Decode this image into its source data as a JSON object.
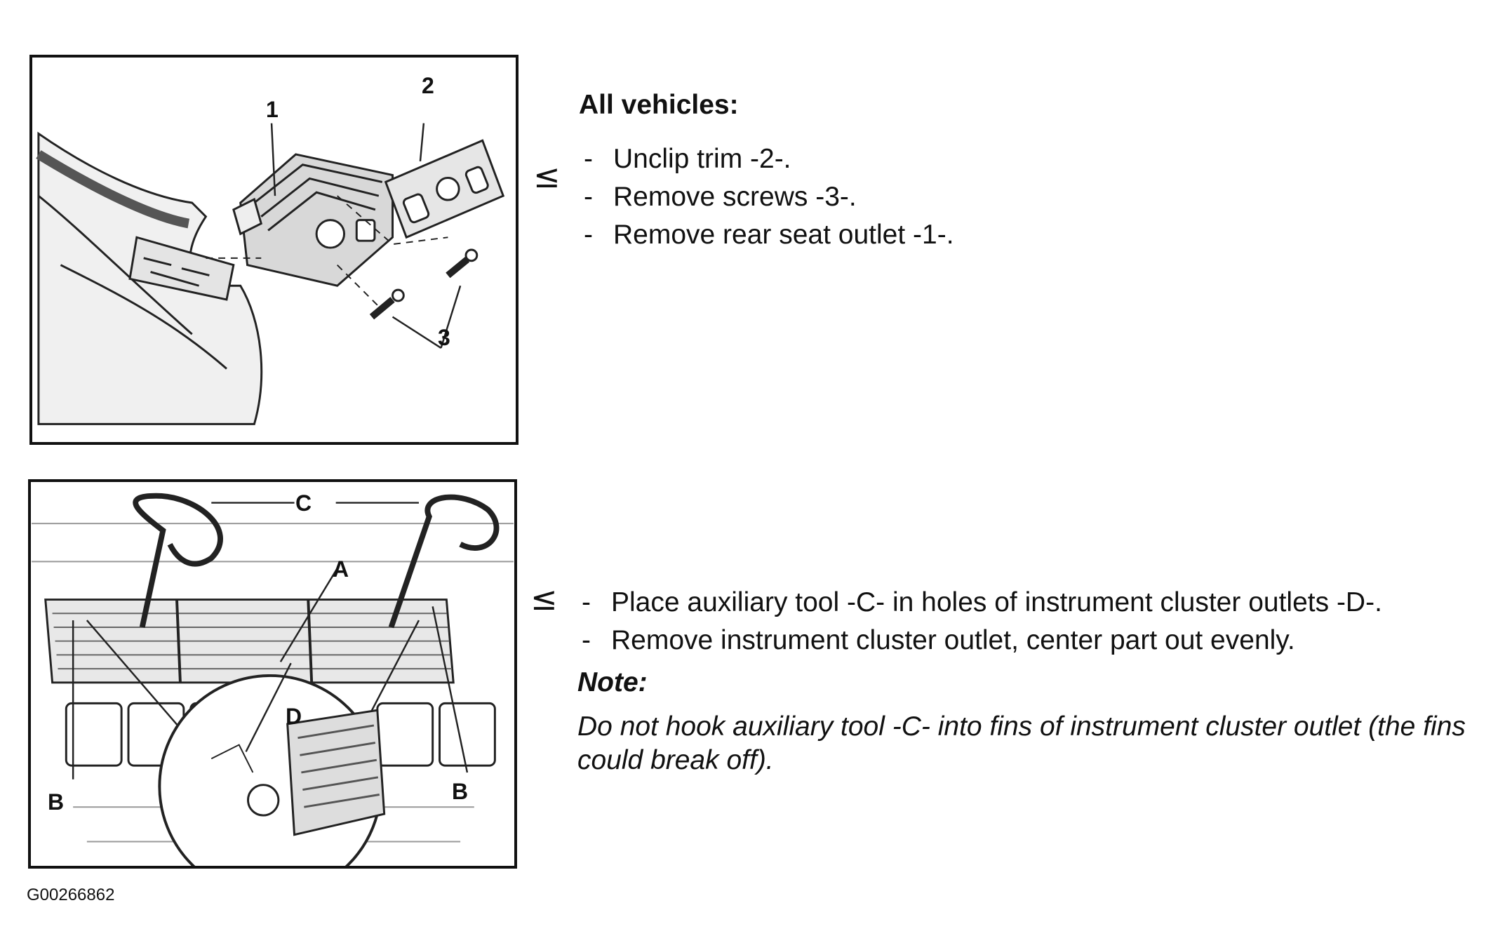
{
  "figure_top": {
    "callouts": [
      "1",
      "2",
      "3"
    ]
  },
  "figure_bottom": {
    "callouts": [
      "C",
      "A",
      "D",
      "B",
      "B"
    ]
  },
  "section_all_vehicles": {
    "heading": "All vehicles:",
    "steps": [
      "Unclip trim -2-.",
      "Remove screws -3-.",
      "Remove rear seat outlet -1-."
    ]
  },
  "section_cluster": {
    "steps": [
      "Place auxiliary tool -C- in holes of instrument cluster outlets -D-.",
      "Remove instrument cluster outlet, center part out evenly."
    ],
    "note_title": "Note:",
    "note_text": "Do not hook auxiliary tool -C- into fins of instrument cluster outlet (the fins could break off)."
  },
  "dash": "-",
  "pointer_glyph": "≤",
  "figure_code": "G00266862"
}
